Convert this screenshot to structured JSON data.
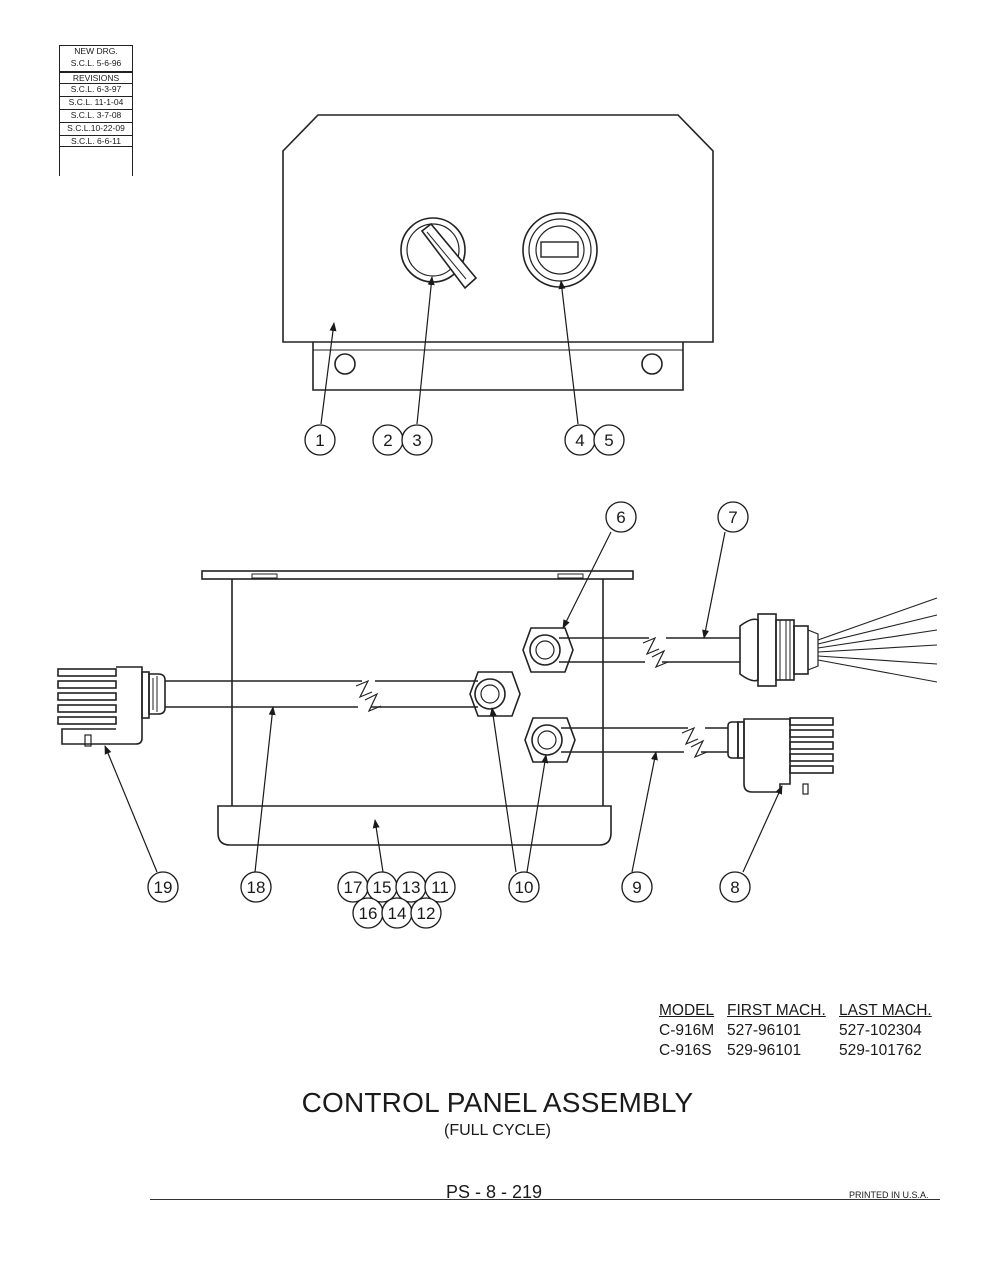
{
  "revision_block": {
    "header_lines": [
      "NEW DRG.",
      "S.C.L. 5-6-96"
    ],
    "revisions_label": "REVISIONS",
    "entries": [
      "S.C.L. 6-3-97",
      "S.C.L. 11-1-04",
      "S.C.L. 3-7-08",
      "S.C.L.10-22-09",
      "S.C.L. 6-6-11"
    ]
  },
  "callouts": [
    "1",
    "2",
    "3",
    "4",
    "5",
    "6",
    "7",
    "8",
    "9",
    "10",
    "11",
    "12",
    "13",
    "14",
    "15",
    "16",
    "17",
    "18",
    "19"
  ],
  "model_table": {
    "headers": [
      "MODEL",
      "FIRST MACH.",
      "LAST MACH."
    ],
    "rows": [
      [
        "C-916M",
        "527-96101",
        "527-102304"
      ],
      [
        "C-916S",
        "529-96101",
        "529-101762"
      ]
    ]
  },
  "title": "CONTROL PANEL ASSEMBLY",
  "subtitle": "(FULL CYCLE)",
  "page_number": "PS - 8 - 219",
  "printed_note": "PRINTED IN U.S.A."
}
